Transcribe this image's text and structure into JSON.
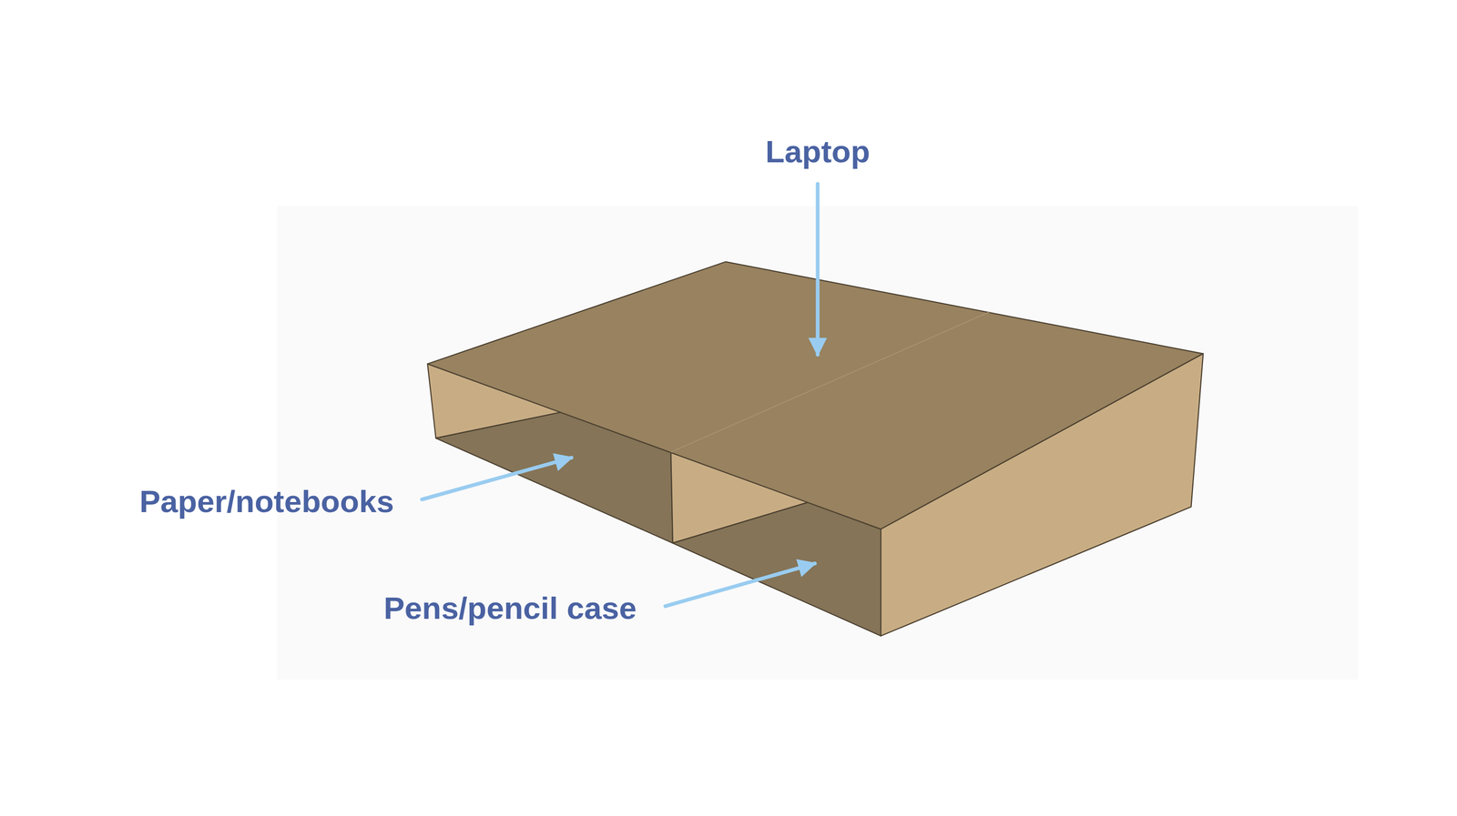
{
  "diagram": {
    "labels": [
      "Laptop",
      "Paper/notebooks",
      "Pens/pencil case"
    ]
  }
}
